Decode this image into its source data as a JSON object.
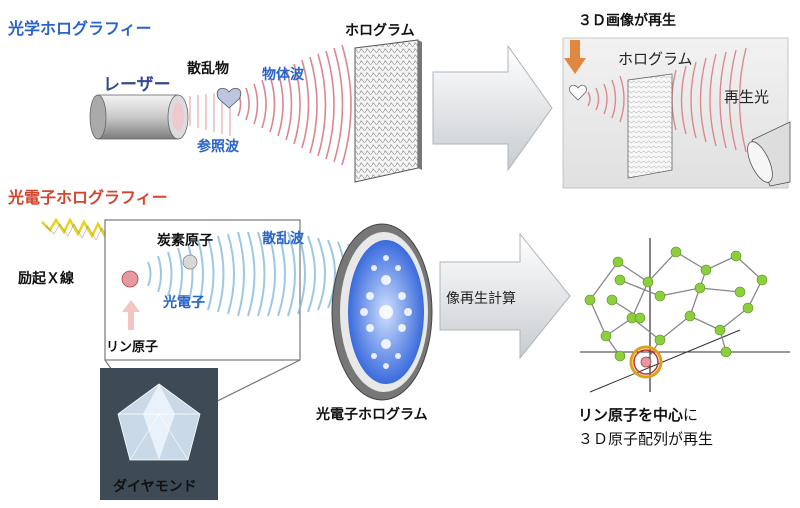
{
  "optical": {
    "section_title": "光学ホログラフィー",
    "laser": "レーザー",
    "scatterer": "散乱物",
    "object_wave": "物体波",
    "reference_wave": "参照波",
    "hologram": "ホログラム",
    "result_3d": "３Ｄ画像が再生",
    "result_hologram": "ホログラム",
    "reconstruction_light": "再生光"
  },
  "photoelectron": {
    "section_title": "光電子ホログラフィー",
    "carbon_atom": "炭素原子",
    "scattered_wave": "散乱波",
    "excitation_xray": "励起Ｘ線",
    "photoelectron": "光電子",
    "phosphorus_atom": "リン原子",
    "diamond": "ダイヤモンド",
    "photoelectron_hologram": "光電子ホログラム",
    "computation": "像再生計算",
    "result_bold": "リン原子を中心",
    "result_suffix": "に",
    "result_line2": "３Ｄ原子配列が再生"
  },
  "colors": {
    "title_blue": "#2a64c8",
    "title_red": "#d4452e",
    "wave_red": "#d8707a",
    "wave_blue": "#7ab6dc",
    "atom_green": "#8ccf3c",
    "highlight_orange": "#d9a21b"
  }
}
